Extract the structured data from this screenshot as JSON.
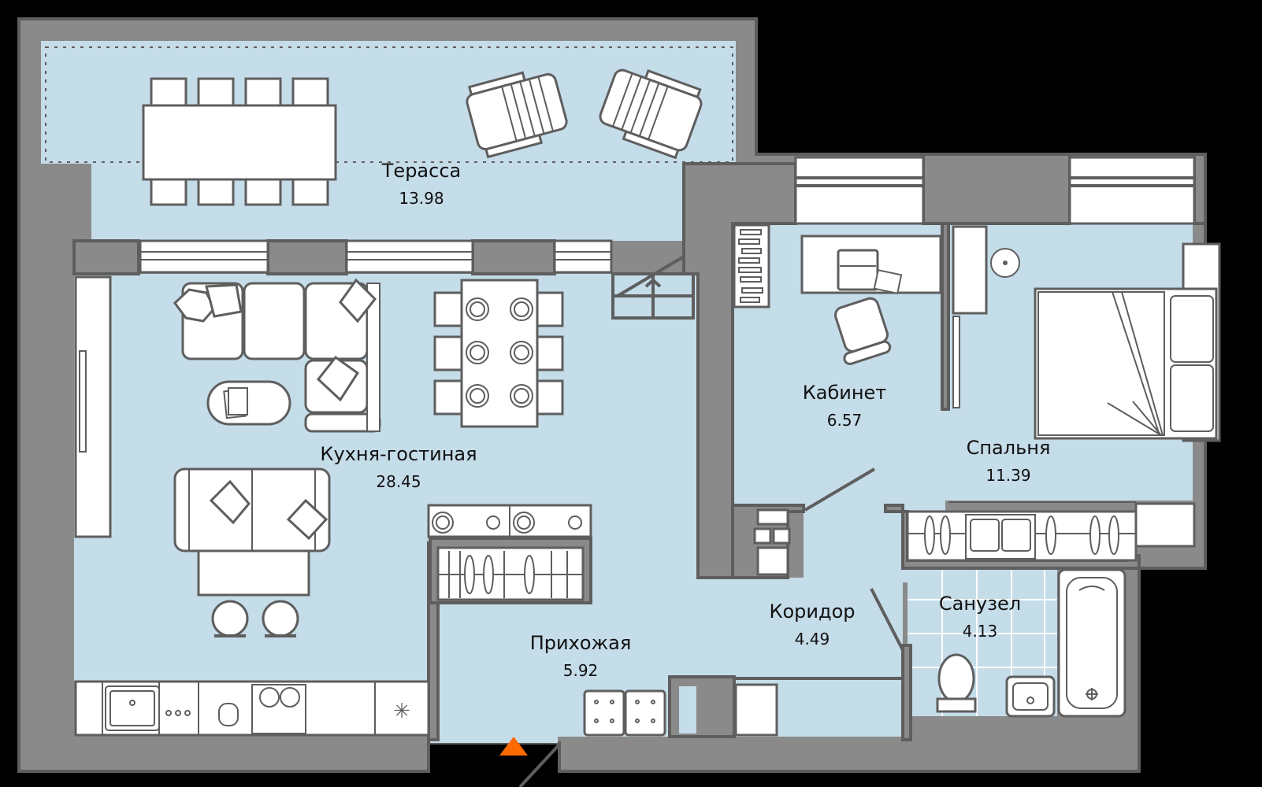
{
  "plan": {
    "background_color": "#000000",
    "floor_color": "#c5dce9",
    "wall_fill_color": "#8a8a8a",
    "wall_stroke_color": "#5e5e5e",
    "furniture_color": "#ffffff",
    "entrance_marker_color": "#ff6a00"
  },
  "rooms": [
    {
      "id": "terrace",
      "name": "Терасса",
      "area": "13.98"
    },
    {
      "id": "kitchen-living",
      "name": "Кухня-гостиная",
      "area": "28.45"
    },
    {
      "id": "study",
      "name": "Кабинет",
      "area": "6.57"
    },
    {
      "id": "bedroom",
      "name": "Спальня",
      "area": "11.39"
    },
    {
      "id": "hallway",
      "name": "Прихожая",
      "area": "5.92"
    },
    {
      "id": "corridor",
      "name": "Коридор",
      "area": "4.49"
    },
    {
      "id": "bathroom",
      "name": "Санузел",
      "area": "4.13"
    }
  ],
  "furniture": [
    "dining-table-terrace",
    "lounge-chair",
    "lounge-chair",
    "corner-sofa",
    "coffee-table",
    "dining-table",
    "sofa",
    "ottoman",
    "bar-stool",
    "bar-stool",
    "wardrobe",
    "stove-hob",
    "kitchen-sink",
    "desk",
    "laptop",
    "office-chair",
    "bookshelf",
    "double-bed",
    "nightstand",
    "bathtub",
    "toilet",
    "washbasin",
    "shoe-cabinet",
    "wall-tv"
  ],
  "entrance": {
    "icon": "entrance-triangle-icon"
  }
}
